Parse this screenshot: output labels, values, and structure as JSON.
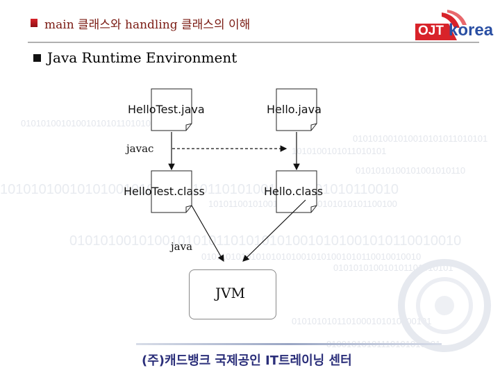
{
  "title": "main 클래스와 handling 클래스의 이해",
  "logo": {
    "ojt": "OJT",
    "korea": "korea"
  },
  "section_heading": "Java  Runtime Environment",
  "nodes": {
    "hellotest_java": "HelloTest.java",
    "hello_java": "Hello.java",
    "hellotest_class": "HelloTest.class",
    "hello_class": "Hello.class",
    "jvm": "JVM"
  },
  "commands": {
    "javac": "javac",
    "java": "java"
  },
  "footer": "(주)캐드뱅크 국제공인 IT트레이닝 센터",
  "colors": {
    "title": "#7a1a12",
    "footer": "#2b2f7a",
    "accent": "#d8232a",
    "logo_blue": "#2a4fa3"
  },
  "background_binary": [
    "01010100101001010101101010101",
    "010101001010010101011010101",
    "1010100101011010101",
    "0101010100101001010110",
    "1010101001010100101011010101101010010101001010110010",
    "10101100101001011010100101010101100100",
    "010101001010010101011010101010010101001010110010010",
    "01011010101010101010010101001010110010010010",
    "010101010010101101010101",
    "0101010101101000101010100101",
    "01001010101110101010101"
  ]
}
